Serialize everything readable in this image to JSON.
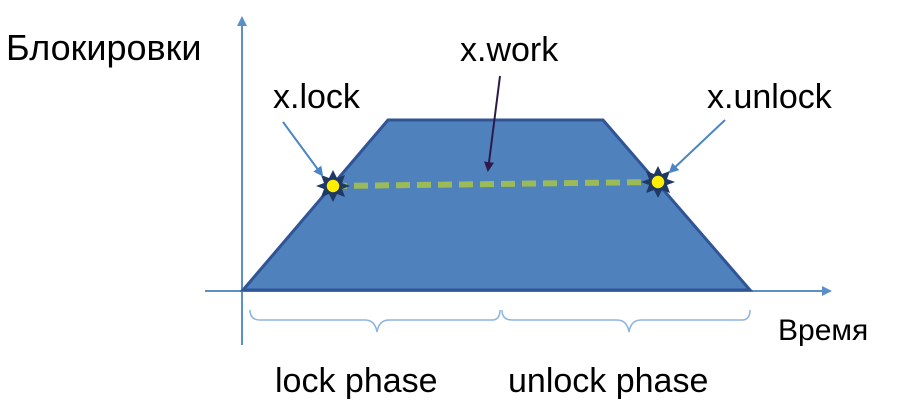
{
  "diagram": {
    "y_axis_label": "Блокировки",
    "x_axis_label": "Время",
    "work_label": "x.work",
    "lock_label": "x.lock",
    "unlock_label": "x.unlock",
    "lock_phase_label": "lock phase",
    "unlock_phase_label": "unlock phase"
  },
  "colors": {
    "axis": "#5b8fc9",
    "trapezoid_fill": "#4f81bd",
    "trapezoid_stroke": "#2f5597",
    "dashed_line": "#9bbb59",
    "point_fill": "#ffee00",
    "point_stroke": "#1f3864",
    "callout": "#4a86c5",
    "work_arrow": "#2e1a4a",
    "bracket": "#8db3e2"
  }
}
